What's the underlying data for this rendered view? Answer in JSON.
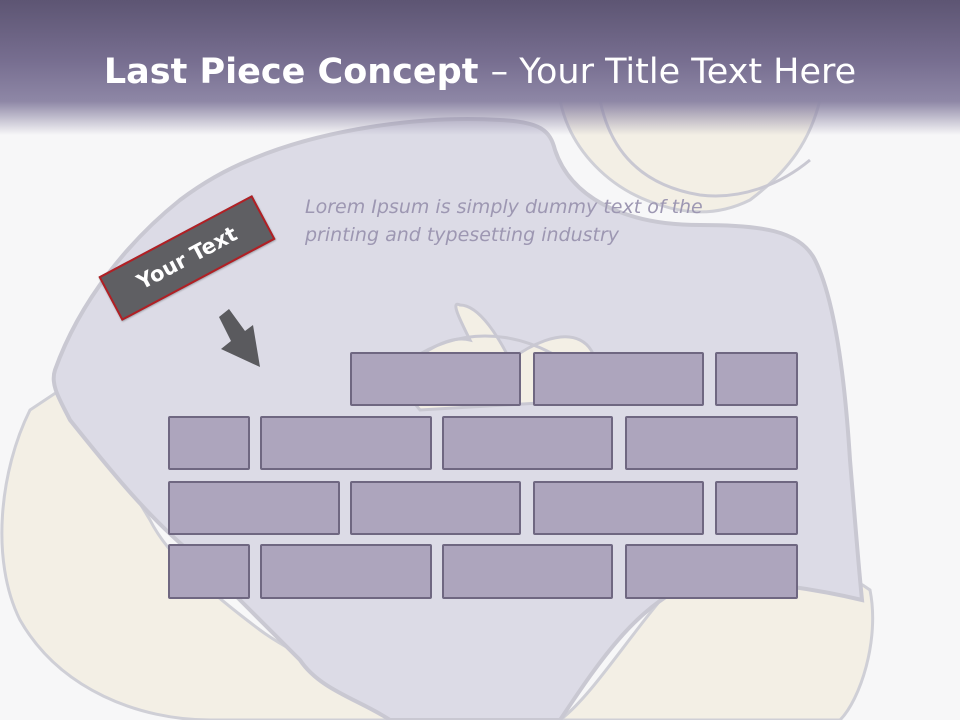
{
  "title": {
    "bold": "Last Piece Concept ",
    "rest": " – Your Title Text Here"
  },
  "body_text": {
    "line1": "Lorem Ipsum is simply dummy text of the",
    "line2": "printing and typesetting industry"
  },
  "tag_label": "Your Text",
  "colors": {
    "title_band": "#776e90",
    "brick_fill": "#ada5bd",
    "brick_border": "#6f6781",
    "tag_fill": "#5f5f63",
    "tag_border": "#b21f24",
    "shirt": "#dcdbe6",
    "skin": "#f2eee4"
  },
  "bricks": {
    "row_count": 4,
    "row_lengths": [
      3,
      4,
      4,
      4
    ],
    "missing_piece": "top-left"
  }
}
